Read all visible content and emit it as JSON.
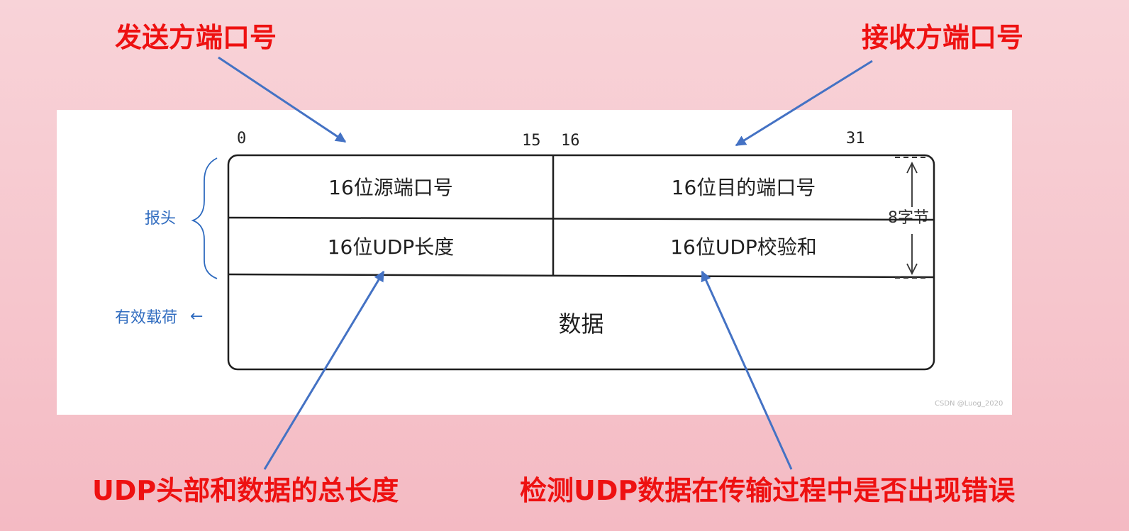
{
  "callouts": {
    "sender_port": "发送方端口号",
    "receiver_port": "接收方端口号",
    "length_meaning": "UDP头部和数据的总长度",
    "checksum_meaning": "检测UDP数据在传输过程中是否出现错误"
  },
  "bits": {
    "b0": "0",
    "b15": "15",
    "b16": "16",
    "b31": "31"
  },
  "fields": {
    "source_port": "16位源端口号",
    "dest_port": "16位目的端口号",
    "length": "16位UDP长度",
    "checksum": "16位UDP校验和",
    "data": "数据"
  },
  "labels": {
    "header": "报头",
    "payload": "有效载荷",
    "payload_arrow": "←",
    "header_size": "8字节"
  },
  "watermark": "CSDN @Luog_2020",
  "colors": {
    "callout": "#ee1111",
    "arrow": "#4472c4",
    "side_label": "#2f6bbf",
    "background": "#f6c6cd"
  }
}
